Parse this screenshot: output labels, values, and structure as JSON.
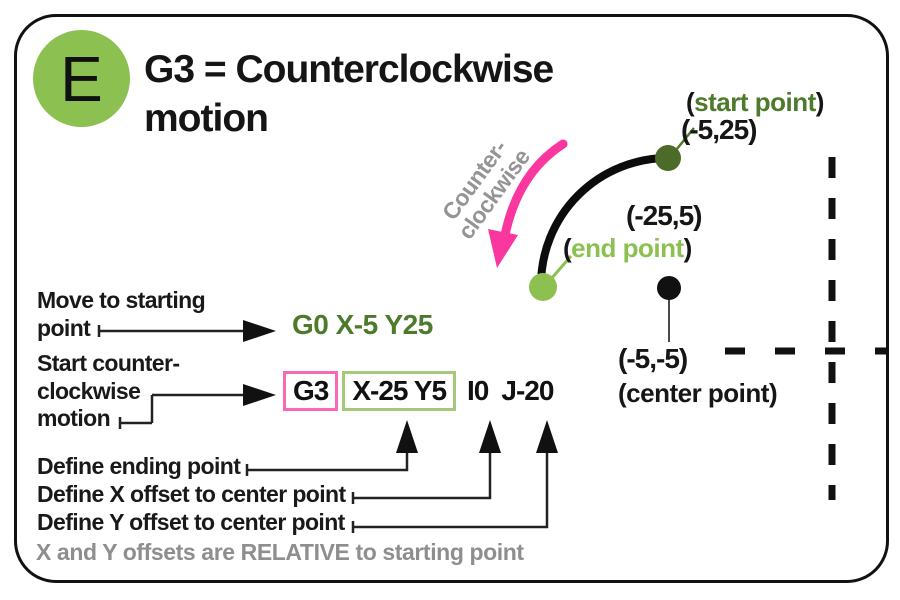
{
  "badge": {
    "letter": "E"
  },
  "title": {
    "line1": "G3 = Counterclockwise",
    "line2": "motion"
  },
  "diagram": {
    "rotated_label": {
      "line1": "Counter-",
      "line2": "clockwise"
    },
    "open_paren": "(",
    "close_paren": ")",
    "start_point": {
      "label": "start point",
      "coords": "(-5,25)"
    },
    "end_point": {
      "label": "end point",
      "coords": "(-25,5)"
    },
    "center_point": {
      "label": "(center point)",
      "coords": "(-5,-5)"
    }
  },
  "annotations": {
    "move_to_start": {
      "line1": "Move to starting",
      "line2": "point"
    },
    "start_ccw": {
      "line1": "Start counter-",
      "line2": "clockwise",
      "line3": "motion"
    },
    "define_end": "Define ending point",
    "define_x": "Define X offset to center point",
    "define_y": "Define Y offset to center point",
    "relative_note": "X and Y offsets are RELATIVE to starting point"
  },
  "code": {
    "move_cmd": "G0 X-5 Y25",
    "g3": "G3",
    "end_coords": "X-25 Y5",
    "i_offset": "I0",
    "j_offset": "J-20"
  },
  "colors": {
    "light_green": "#8cc152",
    "dark_green": "#4d7a2b",
    "pink_arrow": "#f9379f",
    "pink_box": "#f869b5",
    "green_box": "#a6c878",
    "gray_text": "#949494",
    "ink": "#161616"
  }
}
